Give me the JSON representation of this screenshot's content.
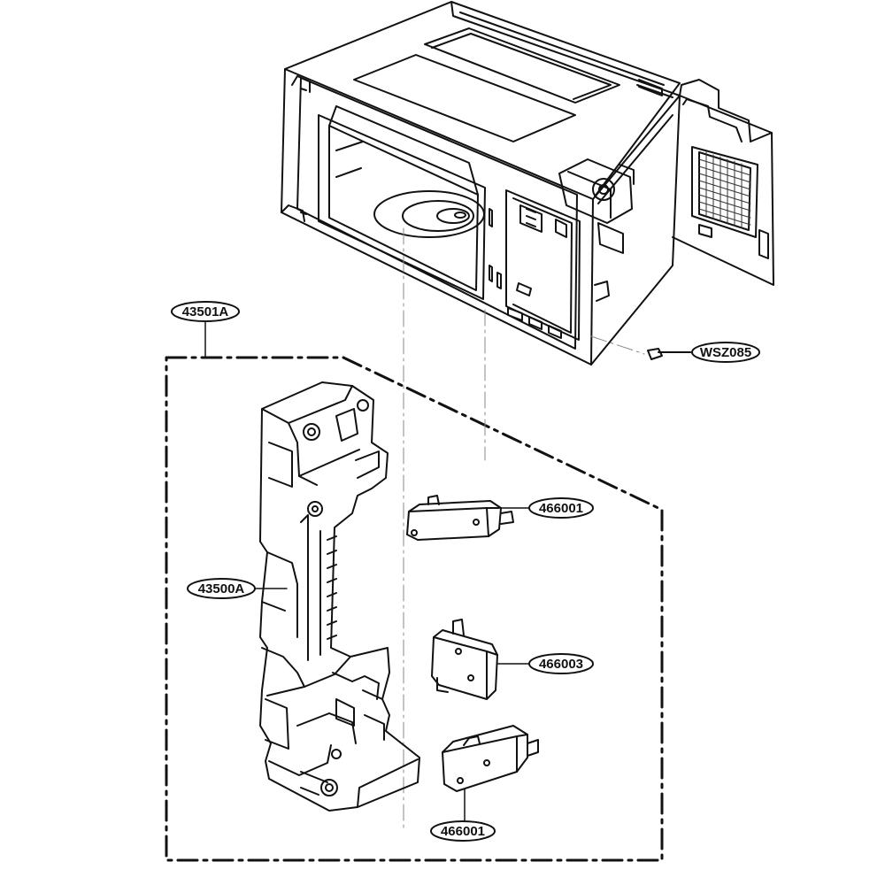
{
  "diagram": {
    "labels": {
      "assembly": "43501A",
      "latch_body": "43500A",
      "screw": "WSZ085",
      "switch_top": "466001",
      "switch_middle": "466003",
      "switch_bottom": "466001"
    }
  }
}
